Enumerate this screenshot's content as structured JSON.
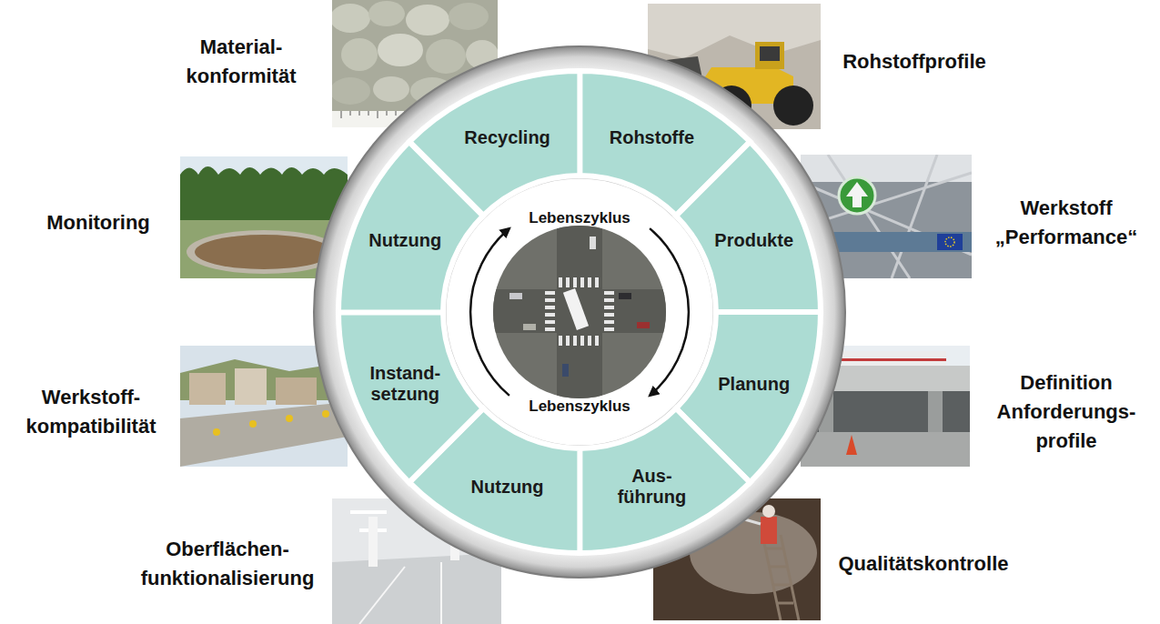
{
  "diagram": {
    "nodes": [
      {
        "text": [
          "Rohstoffe"
        ]
      },
      {
        "text": [
          "Produkte"
        ]
      },
      {
        "text": [
          "Planung"
        ]
      },
      {
        "text": [
          "Aus- führung"
        ]
      },
      {
        "text": [
          "Nutzung"
        ]
      },
      {
        "text": [
          "Instand- setzung"
        ]
      },
      {
        "text": [
          "Nutzung"
        ]
      },
      {
        "text": [
          "Recycling"
        ]
      }
    ],
    "labels": [
      "Material- konformität",
      "Rohstoffprofile",
      "Monitoring",
      "Werkstoff „Performance“",
      "Werkstoff- kompatibilität",
      "Definition Anforderungs- profile",
      "Oberflächen- funktionalisierung",
      "Qualitätskontrolle",
      "Lebenszyklus",
      "Lebenszyklus"
    ]
  }
}
